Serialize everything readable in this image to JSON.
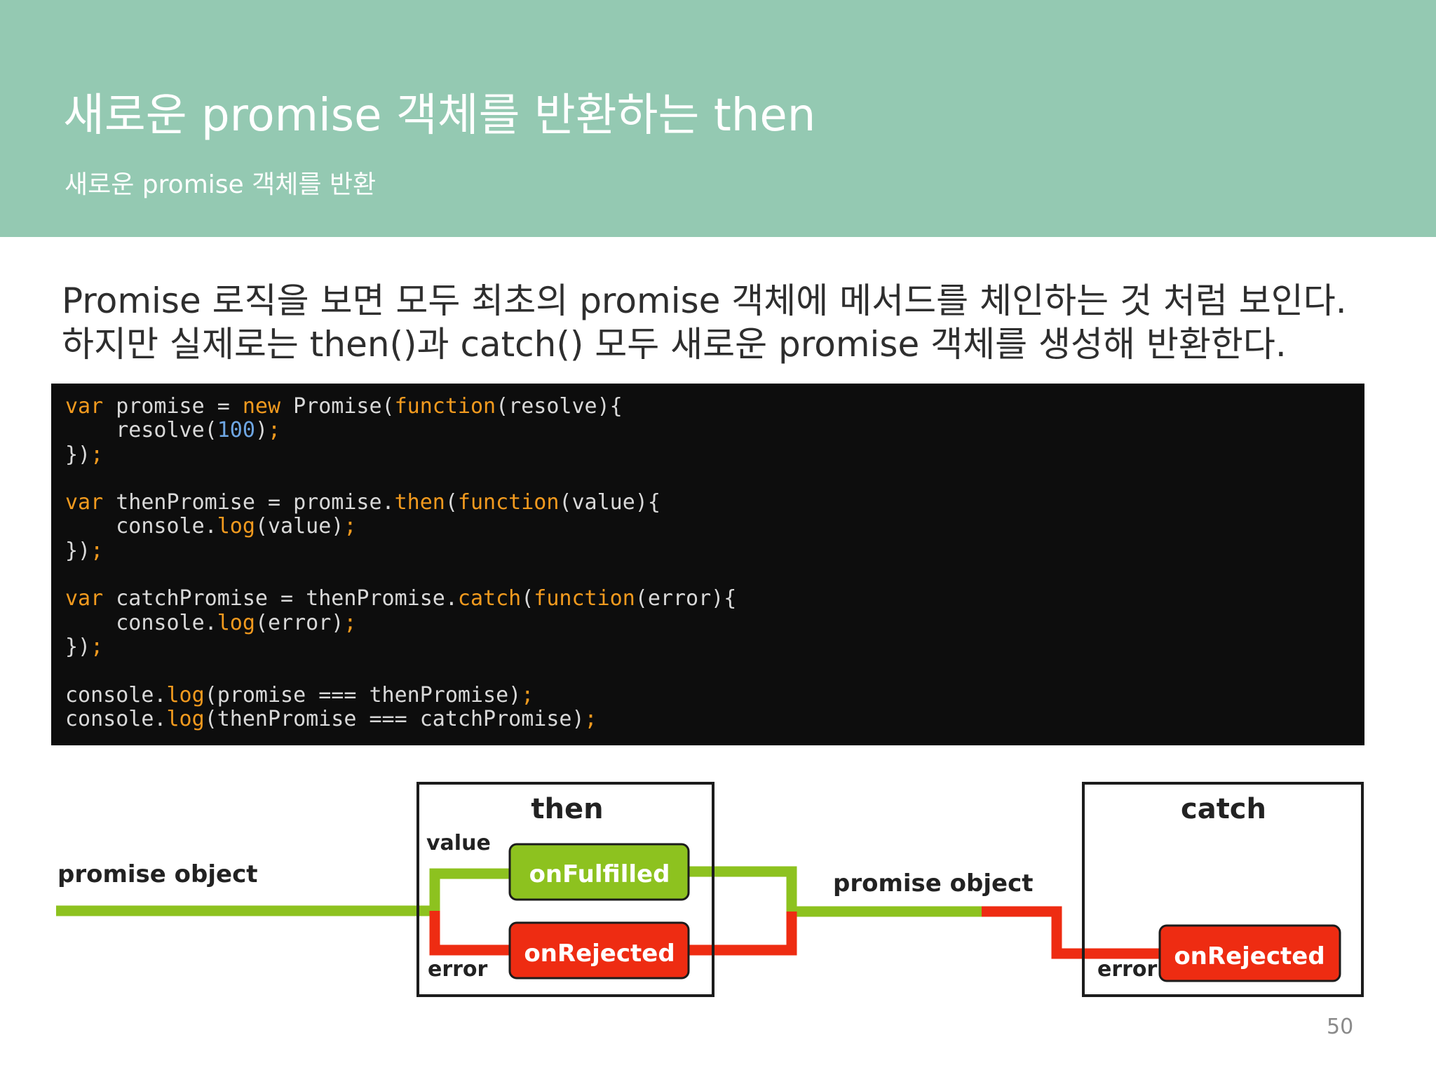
{
  "header": {
    "title": "새로운 promise 객체를 반환하는 then",
    "subtitle": "새로운 promise 객체를 반환"
  },
  "lead": {
    "line1": "Promise 로직을 보면 모두 최초의 promise 객체에 메서드를 체인하는 것 처럼 보인다.",
    "line2": "하지만 실제로는 then()과 catch() 모두 새로운 promise 객체를 생성해 반환한다."
  },
  "code": {
    "lines": [
      [
        [
          "kw",
          "var"
        ],
        [
          "t",
          " promise = "
        ],
        [
          "kw",
          "new"
        ],
        [
          "t",
          " Promise("
        ],
        [
          "kw",
          "function"
        ],
        [
          "t",
          "(resolve){"
        ]
      ],
      [
        [
          "t",
          "    resolve("
        ],
        [
          "num",
          "100"
        ],
        [
          "t",
          ")"
        ],
        [
          "kw",
          ";"
        ]
      ],
      [
        [
          "t",
          "})"
        ],
        [
          "kw",
          ";"
        ]
      ],
      [],
      [
        [
          "kw",
          "var"
        ],
        [
          "t",
          " thenPromise = promise."
        ],
        [
          "kw",
          "then"
        ],
        [
          "t",
          "("
        ],
        [
          "kw",
          "function"
        ],
        [
          "t",
          "(value){"
        ]
      ],
      [
        [
          "t",
          "    console."
        ],
        [
          "kw",
          "log"
        ],
        [
          "t",
          "(value)"
        ],
        [
          "kw",
          ";"
        ]
      ],
      [
        [
          "t",
          "})"
        ],
        [
          "kw",
          ";"
        ]
      ],
      [],
      [
        [
          "kw",
          "var"
        ],
        [
          "t",
          " catchPromise = thenPromise."
        ],
        [
          "kw",
          "catch"
        ],
        [
          "t",
          "("
        ],
        [
          "kw",
          "function"
        ],
        [
          "t",
          "(error){"
        ]
      ],
      [
        [
          "t",
          "    console."
        ],
        [
          "kw",
          "log"
        ],
        [
          "t",
          "(error)"
        ],
        [
          "kw",
          ";"
        ]
      ],
      [
        [
          "t",
          "})"
        ],
        [
          "kw",
          ";"
        ]
      ],
      [],
      [
        [
          "t",
          "console."
        ],
        [
          "kw",
          "log"
        ],
        [
          "t",
          "(promise === thenPromise)"
        ],
        [
          "kw",
          ";"
        ]
      ],
      [
        [
          "t",
          "console."
        ],
        [
          "kw",
          "log"
        ],
        [
          "t",
          "(thenPromise === catchPromise)"
        ],
        [
          "kw",
          ";"
        ]
      ]
    ]
  },
  "diagram": {
    "promise_object_left": "promise object",
    "then_title": "then",
    "then_value": "value",
    "then_error": "error",
    "on_fulfilled": "onFulfilled",
    "on_rejected": "onRejected",
    "promise_object_mid": "promise object",
    "catch_title": "catch",
    "catch_error": "error",
    "catch_on_rejected": "onRejected",
    "colors": {
      "green": "#8dc21f",
      "red": "#ee2c12",
      "dark": "#1c1c1c"
    }
  },
  "page_number": "50"
}
